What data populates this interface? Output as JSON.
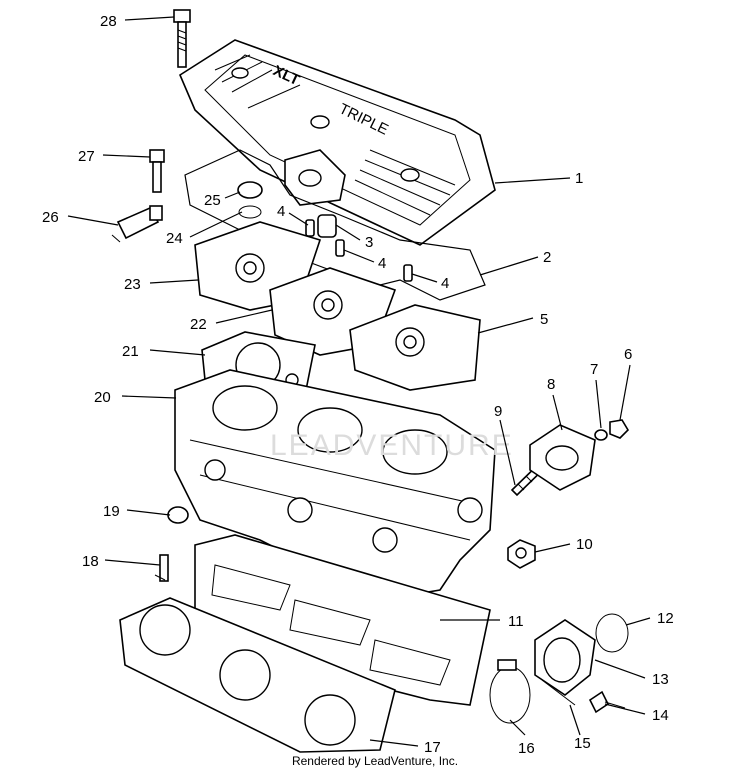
{
  "cover_text": "XLT",
  "cover_badge": "TRIPLE",
  "watermark": "LEADVENTURE",
  "footer": "Rendered by LeadVenture, Inc.",
  "callouts": [
    "28",
    "27",
    "26",
    "25",
    "24",
    "23",
    "22",
    "21",
    "20",
    "19",
    "18",
    "17",
    "16",
    "15",
    "14",
    "13",
    "12",
    "11",
    "10",
    "9",
    "8",
    "7",
    "6",
    "5",
    "4",
    "4",
    "4",
    "3",
    "2",
    "1"
  ]
}
